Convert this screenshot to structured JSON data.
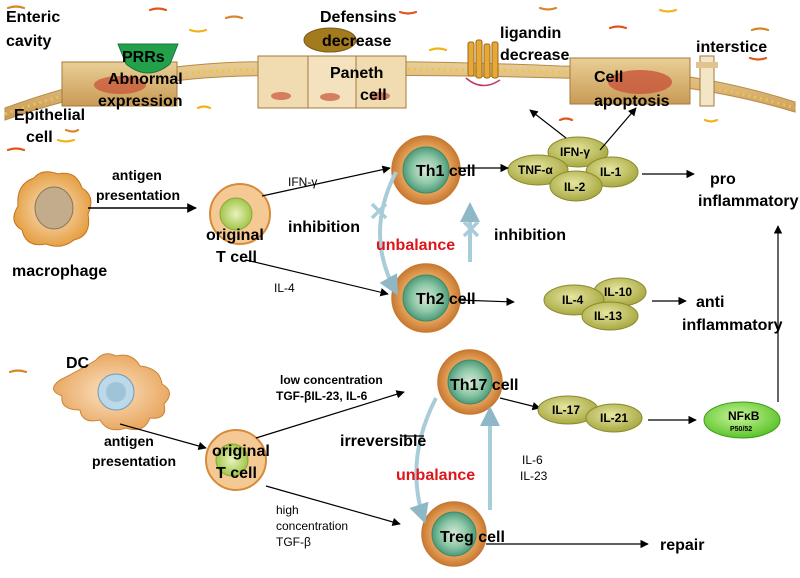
{
  "top": {
    "enteric_cavity": [
      "Enteric",
      "cavity"
    ],
    "epithelial_cell": [
      "Epithelial",
      "cell"
    ],
    "prrs": "PRRs",
    "abnormal_expression": [
      "Abnormal",
      "expression"
    ],
    "defensins_decrease": [
      "Defensins",
      "decrease"
    ],
    "paneth_cell": [
      "Paneth",
      "cell"
    ],
    "ligandin_decrease": [
      "ligandin",
      "decrease"
    ],
    "cell_apoptosis": [
      "Cell",
      "apoptosis"
    ],
    "interstice": "interstice"
  },
  "th1_section": {
    "macrophage": "macrophage",
    "antigen_presentation": [
      "antigen",
      "presentation"
    ],
    "original_t_cell": [
      "original",
      "T cell"
    ],
    "ifn_gamma_label": "IFN-γ",
    "il4_label": "IL-4",
    "inhibition_left": "inhibition",
    "inhibition_right": "inhibition",
    "unbalance": "unbalance",
    "th1_cell": "Th1 cell",
    "th2_cell": "Th2 cell",
    "pro_cytokines": [
      "IFN-γ",
      "TNF-α",
      "IL-1",
      "IL-2"
    ],
    "anti_cytokines": [
      "IL-4",
      "IL-10",
      "IL-13"
    ],
    "pro_inflammatory": [
      "pro",
      "inflammatory"
    ],
    "anti_inflammatory": [
      "anti",
      "inflammatory"
    ]
  },
  "th17_section": {
    "dc": "DC",
    "antigen_presentation": [
      "antigen",
      "presentation"
    ],
    "original_t_cell": [
      "original",
      "T cell"
    ],
    "low_concentration": [
      "low concentration",
      "TGF-βIL-23, IL-6"
    ],
    "high_concentration": [
      "high",
      "concentration",
      "TGF-β"
    ],
    "irreversible": "irreversible",
    "unbalance": "unbalance",
    "il6_il23": [
      "IL-6",
      "IL-23"
    ],
    "th17_cell": "Th17 cell",
    "treg_cell": "Treg cell",
    "cytokines": [
      "IL-17",
      "IL-21"
    ],
    "nfkb": "NFκB",
    "nfkb_sub": "P50/52",
    "repair": "repair"
  },
  "colors": {
    "cytokine_fill": "#c8c85a",
    "cytokine_edge": "#8a8a2a",
    "nfkb_fill": "#8ee34a",
    "cell_outer": "#d88a3a",
    "cell_inner": "#86c0a0",
    "epithelium": "#d8b475",
    "red_text": "#e0151a",
    "arrow_blue": "#a9cdd8"
  }
}
